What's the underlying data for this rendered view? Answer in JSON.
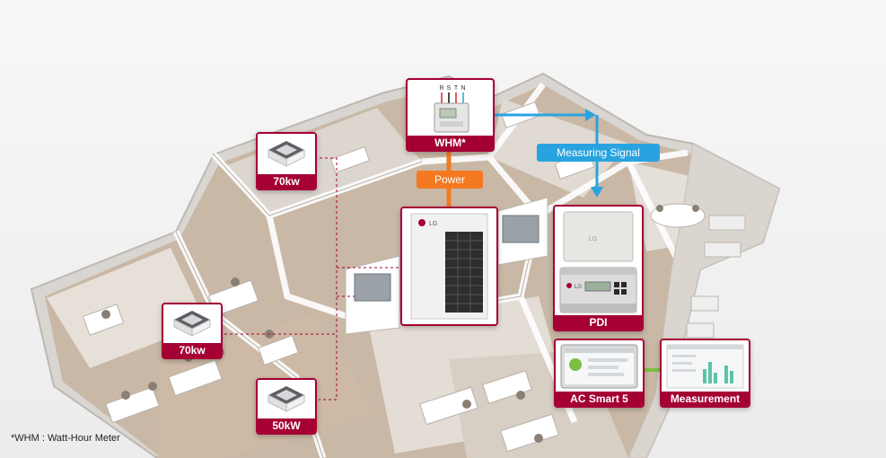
{
  "colors": {
    "accent": "#a50034",
    "power": "#f47920",
    "signal": "#29a3e0",
    "data_link": "#7ac143"
  },
  "labels": {
    "whm": "WHM*",
    "power": "Power",
    "measuring_signal": "Measuring Signal",
    "pdi": "PDI",
    "ac_smart": "AC Smart 5",
    "measurement": "Measurement",
    "unit_top": "70kw",
    "unit_left": "70kw",
    "unit_bottom": "50kW"
  },
  "devices": {
    "meter_terminals": [
      "R",
      "S",
      "T",
      "N"
    ],
    "outdoor_unit_brand": "LG",
    "pdi_brand": "LG"
  },
  "footnote": "*WHM : Watt-Hour Meter"
}
